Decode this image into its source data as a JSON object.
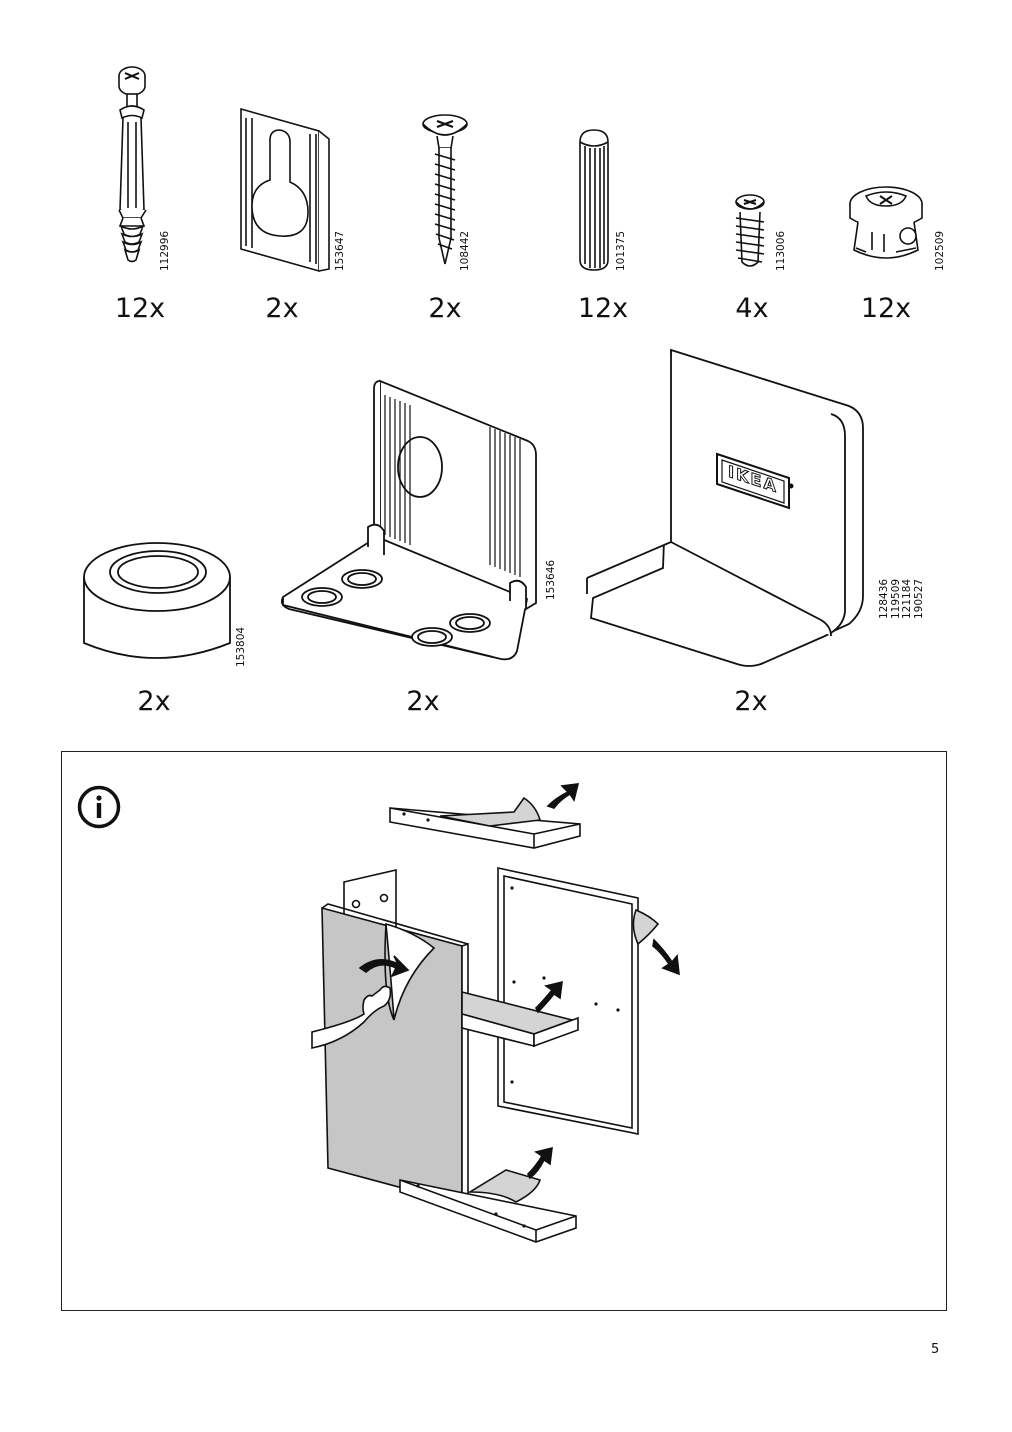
{
  "parts": [
    {
      "id": "112996",
      "qty": "12x",
      "icon": "cam-bolt-icon"
    },
    {
      "id": "153647",
      "qty": "2x",
      "icon": "keyhole-bracket-icon"
    },
    {
      "id": "108442",
      "qty": "2x",
      "icon": "wood-screw-icon"
    },
    {
      "id": "101375",
      "qty": "12x",
      "icon": "wooden-dowel-icon"
    },
    {
      "id": "113006",
      "qty": "4x",
      "icon": "short-screw-icon"
    },
    {
      "id": "102509",
      "qty": "12x",
      "icon": "cam-lock-icon"
    },
    {
      "id": "153804",
      "qty": "2x",
      "icon": "round-foot-icon"
    },
    {
      "id": "153646",
      "qty": "2x",
      "icon": "angle-bracket-icon"
    },
    {
      "ids": [
        "128436",
        "119509",
        "121184",
        "190527"
      ],
      "qty": "2x",
      "icon": "l-bracket-icon"
    }
  ],
  "illustration_logo_text": "IKEA",
  "info": {
    "icon": "info-icon"
  },
  "page_number": "5"
}
